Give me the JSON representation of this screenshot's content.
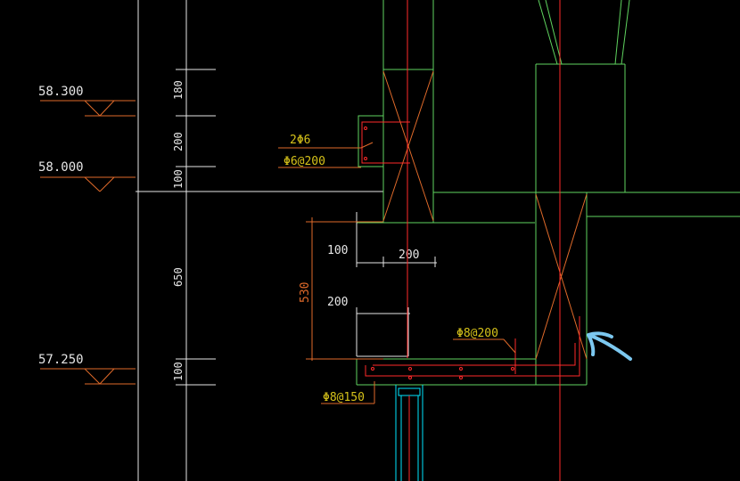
{
  "colors": {
    "background": "#000000",
    "white": "#e6e6e6",
    "green": "#5fd45f",
    "orange": "#e06a2a",
    "red": "#ff2a2a",
    "yellow": "#d6c21a",
    "cyan": "#00e6ff",
    "blue_marker": "#7cc8f0"
  },
  "elevations": [
    {
      "label": "58.300"
    },
    {
      "label": "58.000"
    },
    {
      "label": "57.250"
    }
  ],
  "vertical_dims": [
    {
      "label": "180"
    },
    {
      "label": "200"
    },
    {
      "label": "100"
    },
    {
      "label": "650"
    },
    {
      "label": "100"
    }
  ],
  "section_dims": {
    "dim_100": "100",
    "dim_200_top": "200",
    "dim_200_mid": "200",
    "dim_530": "530"
  },
  "rebar_labels": {
    "bars_2phi6": "2Φ6",
    "phi6_at_200": "Φ6@200",
    "phi8_at_200": "Φ8@200",
    "phi8_at_150": "Φ8@150"
  },
  "marker": {
    "icon": "arrow-marker-icon"
  }
}
